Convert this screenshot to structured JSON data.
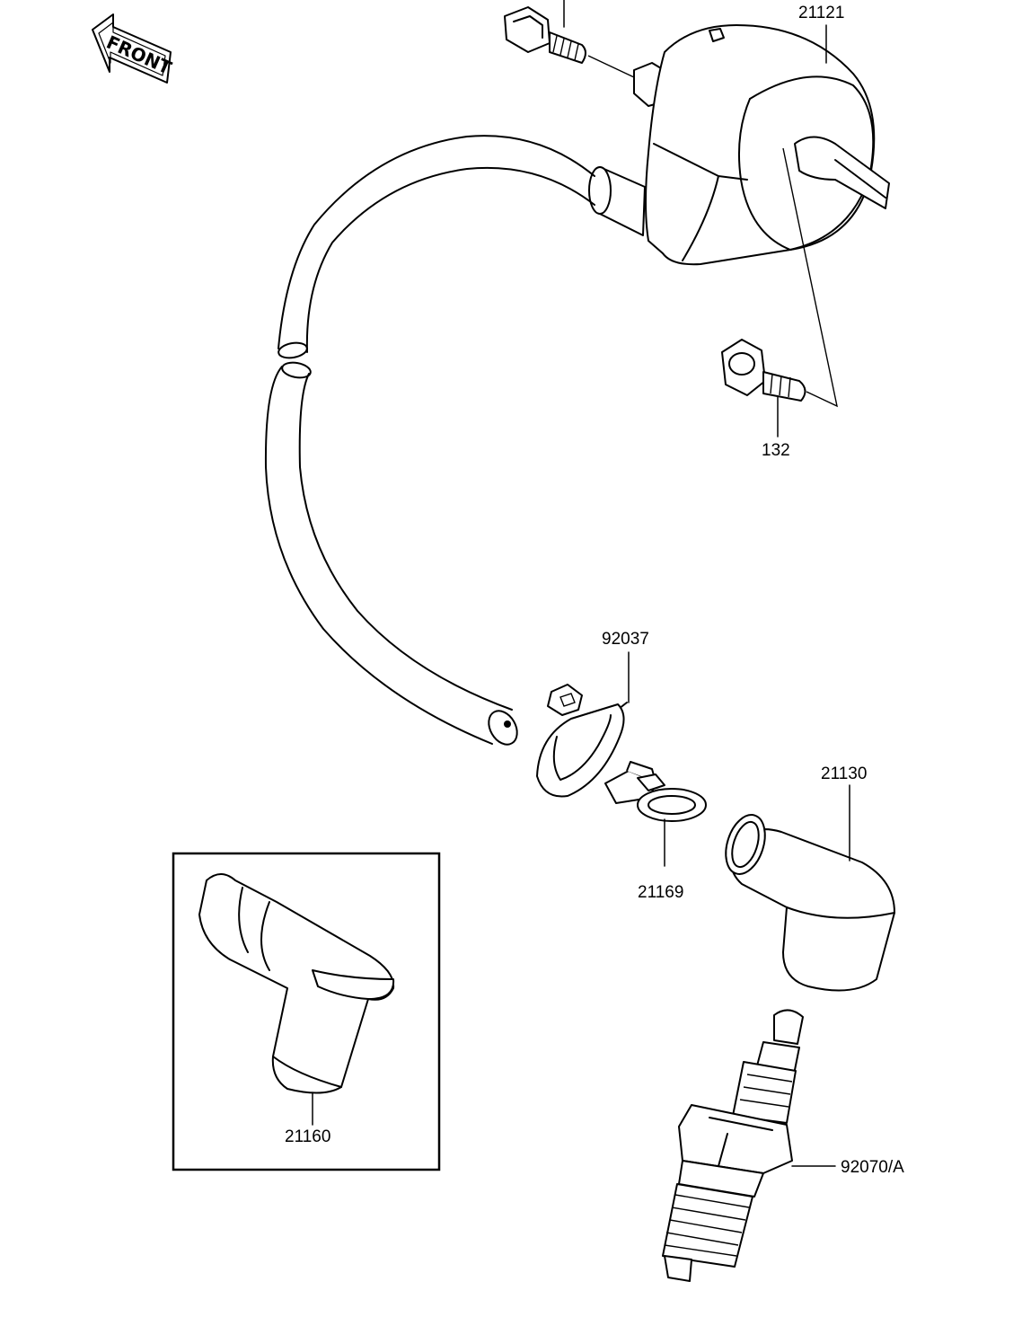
{
  "front_indicator": {
    "label": "FRONT"
  },
  "callouts": [
    {
      "id": "p21121",
      "part_number": "21121"
    },
    {
      "id": "p132",
      "part_number": "132"
    },
    {
      "id": "p92037",
      "part_number": "92037"
    },
    {
      "id": "p21130",
      "part_number": "21130"
    },
    {
      "id": "p21169",
      "part_number": "21169"
    },
    {
      "id": "p21160",
      "part_number": "21160"
    },
    {
      "id": "p92070",
      "part_number": "92070/A"
    }
  ]
}
